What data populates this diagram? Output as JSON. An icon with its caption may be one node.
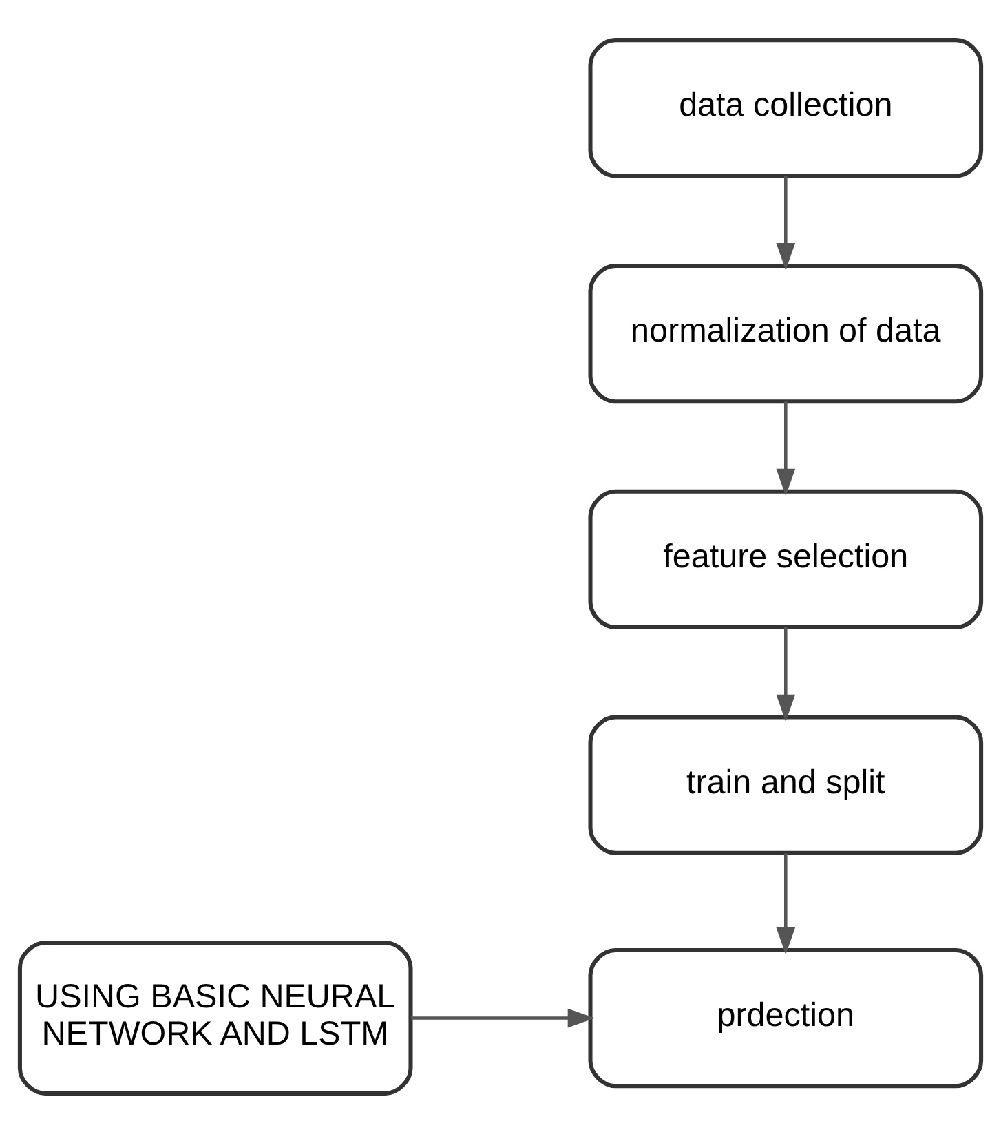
{
  "diagram": {
    "nodes": [
      {
        "text": [
          "data collection"
        ]
      },
      {
        "text": [
          "normalization of data"
        ]
      },
      {
        "text": [
          "feature selection"
        ]
      },
      {
        "text": [
          "train and split"
        ]
      },
      {
        "text": [
          "prdection"
        ]
      },
      {
        "text": [
          "USING BASIC NEURAL NETWORK AND LSTM"
        ]
      }
    ],
    "edges": [
      {
        "from": 0,
        "to": 1,
        "arrow": "to"
      },
      {
        "from": 1,
        "to": 2,
        "arrow": "to"
      },
      {
        "from": 2,
        "to": 3,
        "arrow": "to"
      },
      {
        "from": 3,
        "to": 4,
        "arrow": "to"
      },
      {
        "from": 5,
        "to": 4,
        "arrow": "to"
      }
    ]
  }
}
